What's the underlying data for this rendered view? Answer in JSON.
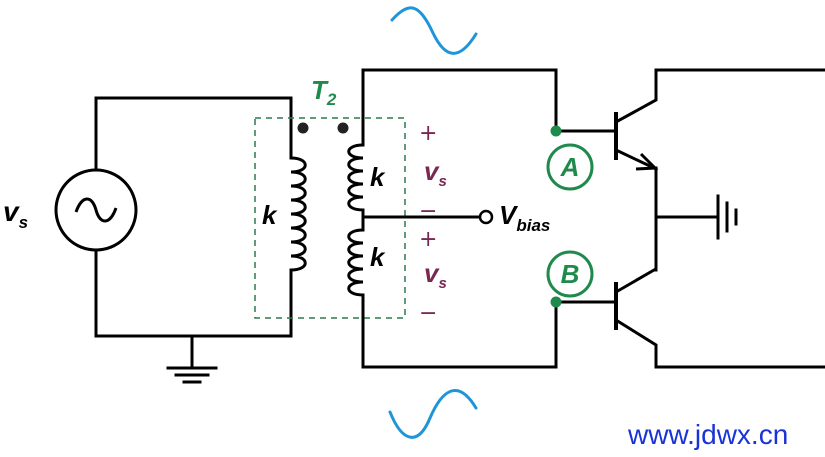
{
  "source": {
    "label": "v",
    "subscript": "s"
  },
  "transformer": {
    "label": "T",
    "subscript": "2",
    "color": "#1f8a4c"
  },
  "windings": {
    "primary_ratio": "k",
    "upper_secondary_ratio": "k",
    "lower_secondary_ratio": "k"
  },
  "upper_half": {
    "plus": "+",
    "voltage": "v",
    "subscript": "s",
    "minus": "−"
  },
  "lower_half": {
    "plus": "+",
    "voltage": "v",
    "subscript": "s",
    "minus": "−"
  },
  "bias": {
    "label": "V",
    "subscript": "bias"
  },
  "node_a": {
    "label": "A"
  },
  "node_b": {
    "label": "B"
  },
  "watermark": {
    "text": "www.jdwx.cn",
    "color": "#1a33d6"
  },
  "colors": {
    "wire": "#000000",
    "annotation": "#7a2754",
    "node": "#1f8a4c",
    "waveform": "#1e95d8"
  },
  "icons": [
    "ac-source-icon",
    "ground-icon",
    "sine-wave-icon",
    "npn-transistor-icon"
  ]
}
